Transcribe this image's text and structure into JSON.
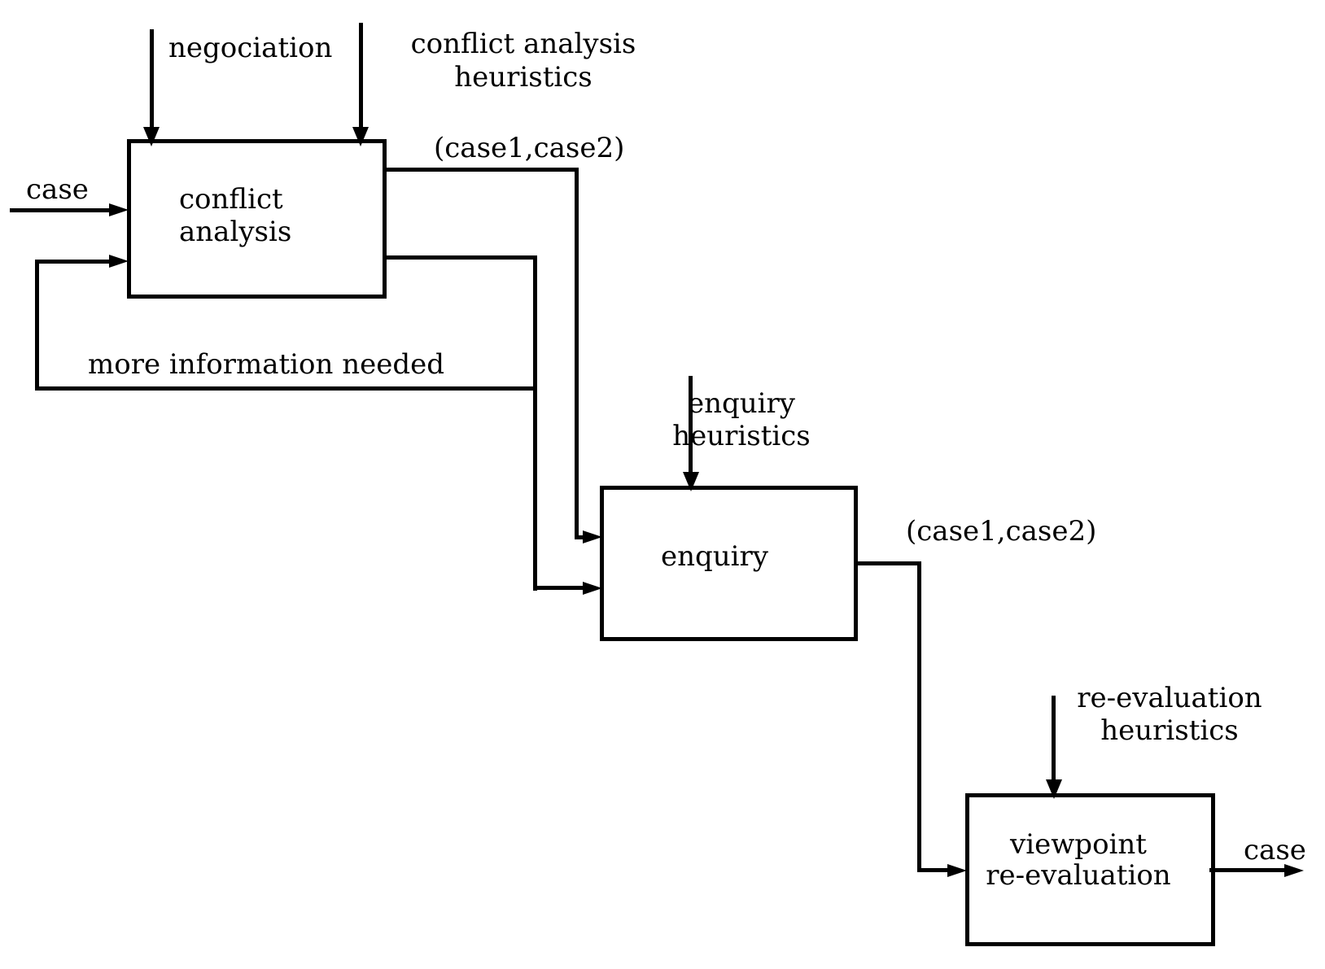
{
  "figure": {
    "type": "flow-diagram",
    "colors": {
      "ink": "#000000",
      "background": "#ffffff"
    },
    "boxes": {
      "conflict_analysis": {
        "line1": "conflict",
        "line2": "analysis"
      },
      "enquiry": {
        "line1": "enquiry"
      },
      "viewpoint_re_evaluation": {
        "line1": "viewpoint",
        "line2": "re-evaluation"
      }
    },
    "labels": {
      "negociation": "negociation",
      "conflict_heuristics_line1": "conflict analysis",
      "conflict_heuristics_line2": "heuristics",
      "case_input": "case",
      "case_pair_top": "(case1,case2)",
      "more_information": "more information needed",
      "enquiry_heuristics_line1": "enquiry",
      "enquiry_heuristics_line2": "heuristics",
      "case_pair_mid": "(case1,case2)",
      "reevaluation_heuristics_line1": "re-evaluation",
      "reevaluation_heuristics_line2": "heuristics",
      "case_output": "case"
    },
    "edges": [
      {
        "from": "negociation",
        "to": "conflict analysis",
        "label": "negociation"
      },
      {
        "from": "conflict analysis heuristics",
        "to": "conflict analysis",
        "label": "conflict analysis heuristics"
      },
      {
        "from": "case",
        "to": "conflict analysis",
        "label": "case"
      },
      {
        "from": "conflict analysis",
        "to": "enquiry",
        "label": "(case1,case2)"
      },
      {
        "from": "conflict analysis",
        "to": "enquiry",
        "label": ""
      },
      {
        "from": "enquiry path junction",
        "to": "conflict analysis",
        "label": "more information needed"
      },
      {
        "from": "enquiry heuristics",
        "to": "enquiry",
        "label": "enquiry heuristics"
      },
      {
        "from": "enquiry",
        "to": "viewpoint re-evaluation",
        "label": "(case1,case2)"
      },
      {
        "from": "re-evaluation heuristics",
        "to": "viewpoint re-evaluation",
        "label": "re-evaluation heuristics"
      },
      {
        "from": "viewpoint re-evaluation",
        "to": "case",
        "label": "case"
      }
    ]
  }
}
